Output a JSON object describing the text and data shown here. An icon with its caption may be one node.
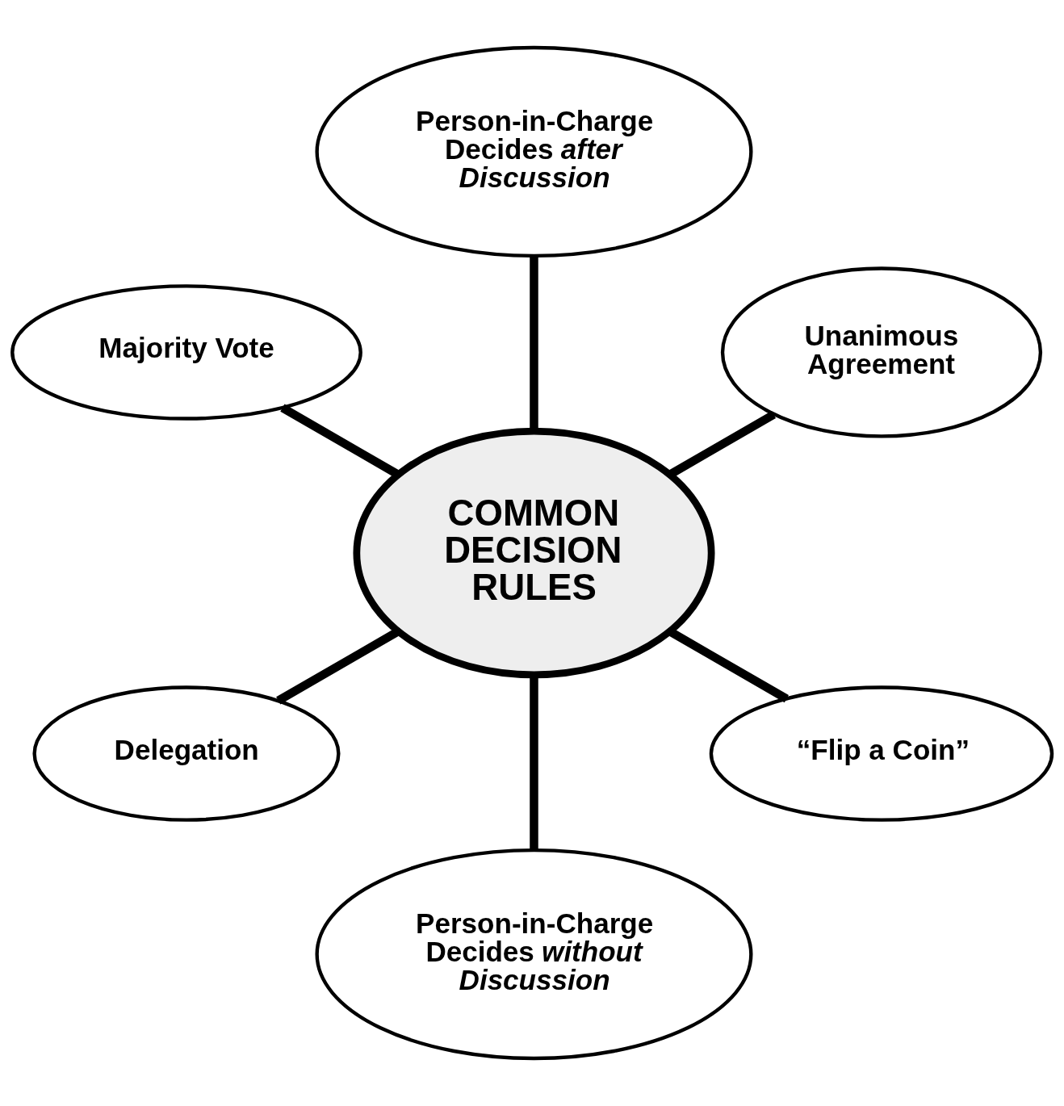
{
  "diagram": {
    "nodes": [
      {
        "text": [
          "COMMON DECISION RULES"
        ]
      },
      {
        "text": [
          "Unanimous Agreement"
        ]
      },
      {
        "text": [
          "Person-in-Charge Decides *after* *Discussion*"
        ]
      },
      {
        "text": [
          "Majority Vote"
        ]
      },
      {
        "text": [
          "Delegation"
        ]
      },
      {
        "text": [
          "Person-in-Charge Decides *without* *Discussion*"
        ]
      },
      {
        "text": [
          "“Flip a Coin”"
        ]
      }
    ],
    "edges": [
      {
        "from": 0,
        "to": 1,
        "arrow": "none"
      },
      {
        "from": 0,
        "to": 3,
        "arrow": "none"
      },
      {
        "from": 0,
        "to": 5,
        "arrow": "none"
      },
      {
        "from": 0,
        "to": 6,
        "arrow": "none"
      },
      {
        "from": 0,
        "to": 4,
        "arrow": "none"
      },
      {
        "from": 0,
        "to": 2,
        "arrow": "none"
      }
    ]
  }
}
